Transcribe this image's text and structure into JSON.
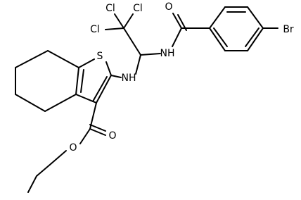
{
  "atoms": {
    "sulfur": "S",
    "amine_nh": "NH",
    "amide_nh": "NH",
    "amide_oxygen": "O",
    "bromine": "Br",
    "cl_top_left": "Cl",
    "cl_top_right": "Cl",
    "cl_left": "Cl",
    "ester_carbonyl_oxygen": "O",
    "ester_oxygen": "O"
  }
}
